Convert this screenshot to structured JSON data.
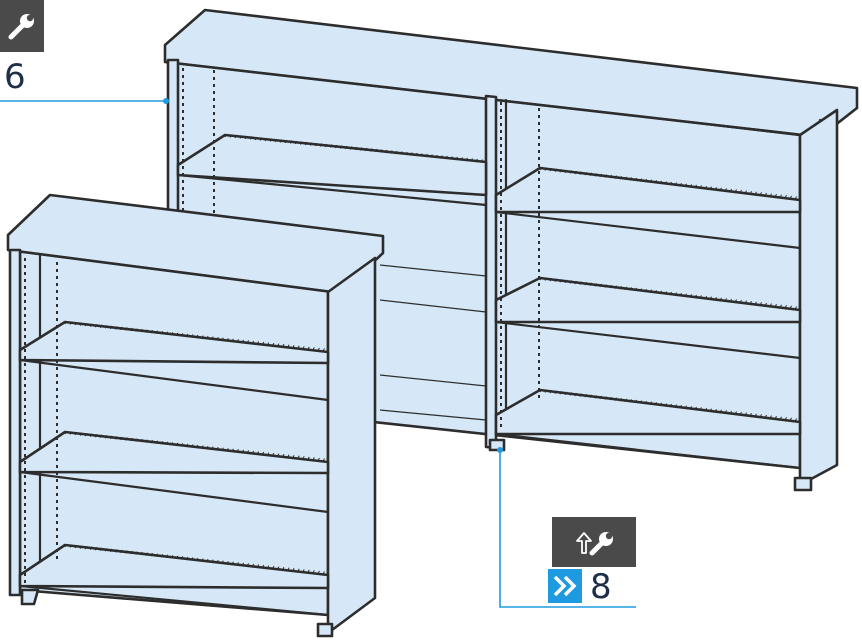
{
  "callouts": [
    {
      "id": "top-left",
      "number": "6",
      "icon": "wrench-icon",
      "has_move_icon": false,
      "line_color": "#1e9be0"
    },
    {
      "id": "bottom-right",
      "number": "8",
      "icon": "wrench-icon",
      "has_move_icon": true,
      "has_chevron": true,
      "line_color": "#1e9be0"
    }
  ],
  "colors": {
    "panel_fill": "#d6e8f7",
    "outline": "#2d2d2d",
    "accent": "#1e9be0",
    "icon_box": "#4a4a4a",
    "number_text": "#1f2f4a"
  },
  "objects": [
    {
      "name": "large-double-bookcase",
      "sections": 2,
      "shelves_per_section": 4
    },
    {
      "name": "small-bookcase",
      "sections": 1,
      "shelves_per_section": 4
    }
  ]
}
